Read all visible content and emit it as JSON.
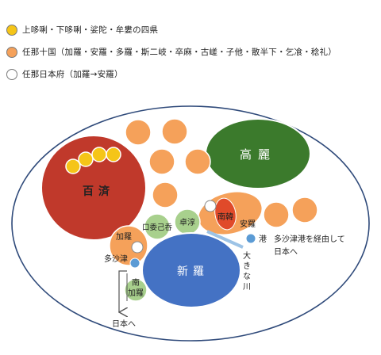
{
  "legend": [
    {
      "color": "#f5c518",
      "text": "上哆唎・下哆唎・娑陀・牟婁の四県"
    },
    {
      "color": "#f5a15a",
      "text": "任那十国（加羅・安羅・多羅・斯二岐・卒麻・古嵯・子他・散半下・乞飡・稔礼）"
    },
    {
      "color": "#ffffff",
      "text": "任那日本府（加羅→安羅）"
    }
  ],
  "map": {
    "goguryeo": "高麗",
    "baekje": "百済",
    "silla": "新羅",
    "south_han": "南韓",
    "ara": "安羅",
    "tokusun": "卓淳",
    "kuwagi": "口委己呑",
    "kara": "加羅",
    "south_kara": "南加羅",
    "tasa": "多沙津",
    "port": "港",
    "route_note_1": "多沙津港を経由して",
    "route_note_2": "日本へ",
    "river_1": "大",
    "river_2": "き",
    "river_3": "な",
    "river_4": "川",
    "to_japan": "日本へ"
  },
  "colors": {
    "goguryeo": "#3b7a2c",
    "baekje": "#c0392b",
    "silla": "#4472c4",
    "orange": "#f5a15a",
    "yellow": "#f5c518",
    "green_light": "#a8d08d",
    "river": "#9dc3e6",
    "port": "#5b9bd5"
  }
}
